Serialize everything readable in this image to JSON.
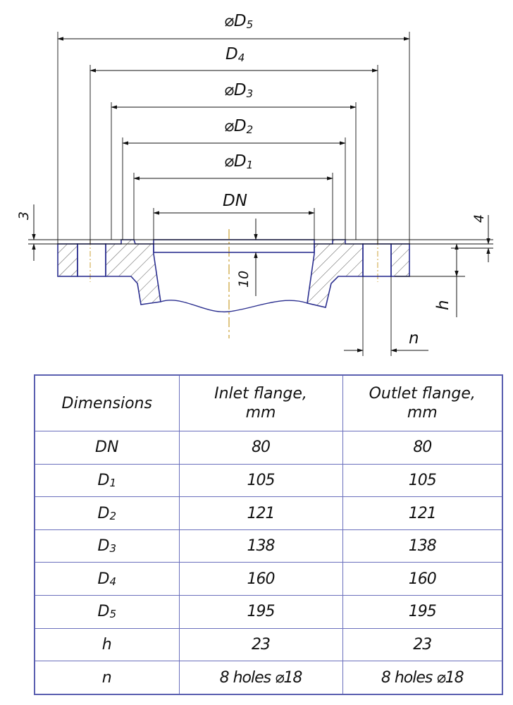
{
  "drawing": {
    "labels": {
      "d5": "D5",
      "d4": "D4",
      "d3": "D3",
      "d2": "D2",
      "d1": "D1",
      "dn": "DN",
      "dim_3": "3",
      "dim_4": "4",
      "dim_10": "10",
      "dim_h": "h",
      "dim_n": "n"
    },
    "diameter_symbol": "⌀"
  },
  "table": {
    "headers": {
      "dimensions": "Dimensions",
      "inlet_line1": "Inlet flange,",
      "inlet_line2": "mm",
      "outlet_line1": "Outlet flange,",
      "outlet_line2": "mm"
    },
    "rows": [
      {
        "name_main": "DN",
        "name_sub": "",
        "inlet": "80",
        "outlet": "80"
      },
      {
        "name_main": "D",
        "name_sub": "1",
        "inlet": "105",
        "outlet": "105"
      },
      {
        "name_main": "D",
        "name_sub": "2",
        "inlet": "121",
        "outlet": "121"
      },
      {
        "name_main": "D",
        "name_sub": "3",
        "inlet": "138",
        "outlet": "138"
      },
      {
        "name_main": "D",
        "name_sub": "4",
        "inlet": "160",
        "outlet": "160"
      },
      {
        "name_main": "D",
        "name_sub": "5",
        "inlet": "195",
        "outlet": "195"
      },
      {
        "name_main": "h",
        "name_sub": "",
        "inlet": "23",
        "outlet": "23"
      },
      {
        "name_main": "n",
        "name_sub": "",
        "inlet": "8 holes ⌀18",
        "outlet": "8 holes ⌀18"
      }
    ]
  },
  "colors": {
    "outline": "#2b2f8f",
    "dimension_line": "#111111",
    "hatch": "#555555",
    "center_line": "#d4b25a",
    "table_border": "#5a5fb0"
  }
}
